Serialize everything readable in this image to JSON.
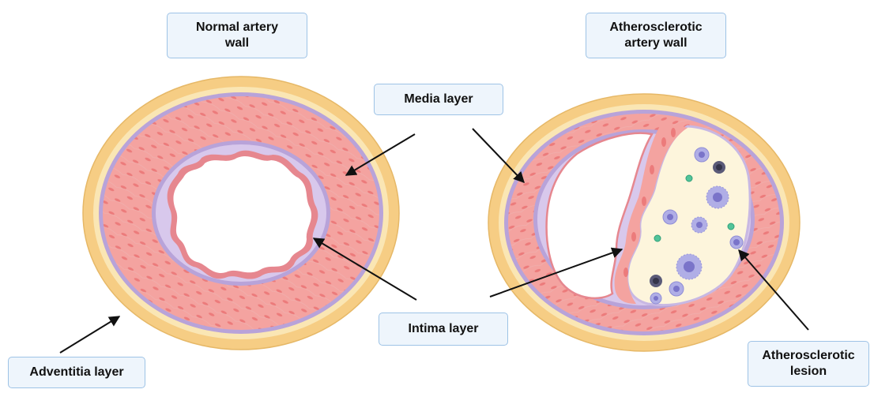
{
  "labels": {
    "normal_wall": "Normal artery\nwall",
    "athero_wall": "Atherosclerotic\nartery wall",
    "media": "Media layer",
    "intima": "Intima layer",
    "adventitia": "Adventitia layer",
    "lesion": "Atherosclerotic\nlesion"
  },
  "colors": {
    "adventitia": "#f6cd84",
    "adventitia_light": "#fae6b4",
    "media": "#f4a3a0",
    "media_cell": "#ec7d7d",
    "elastic_lamina": "#b8a3d9",
    "intima": "#d8c8ec",
    "endothelium": "#e6878f",
    "lesion_core": "#fdf5dc",
    "foam_cell": "#b0aee6",
    "foam_nucleus": "#7a74c9",
    "small_cell": "#52c49a",
    "macrophage": "#4a4a6a",
    "label_bg": "#eef5fc",
    "label_border": "#9ec3e6",
    "arrow": "#111111"
  }
}
